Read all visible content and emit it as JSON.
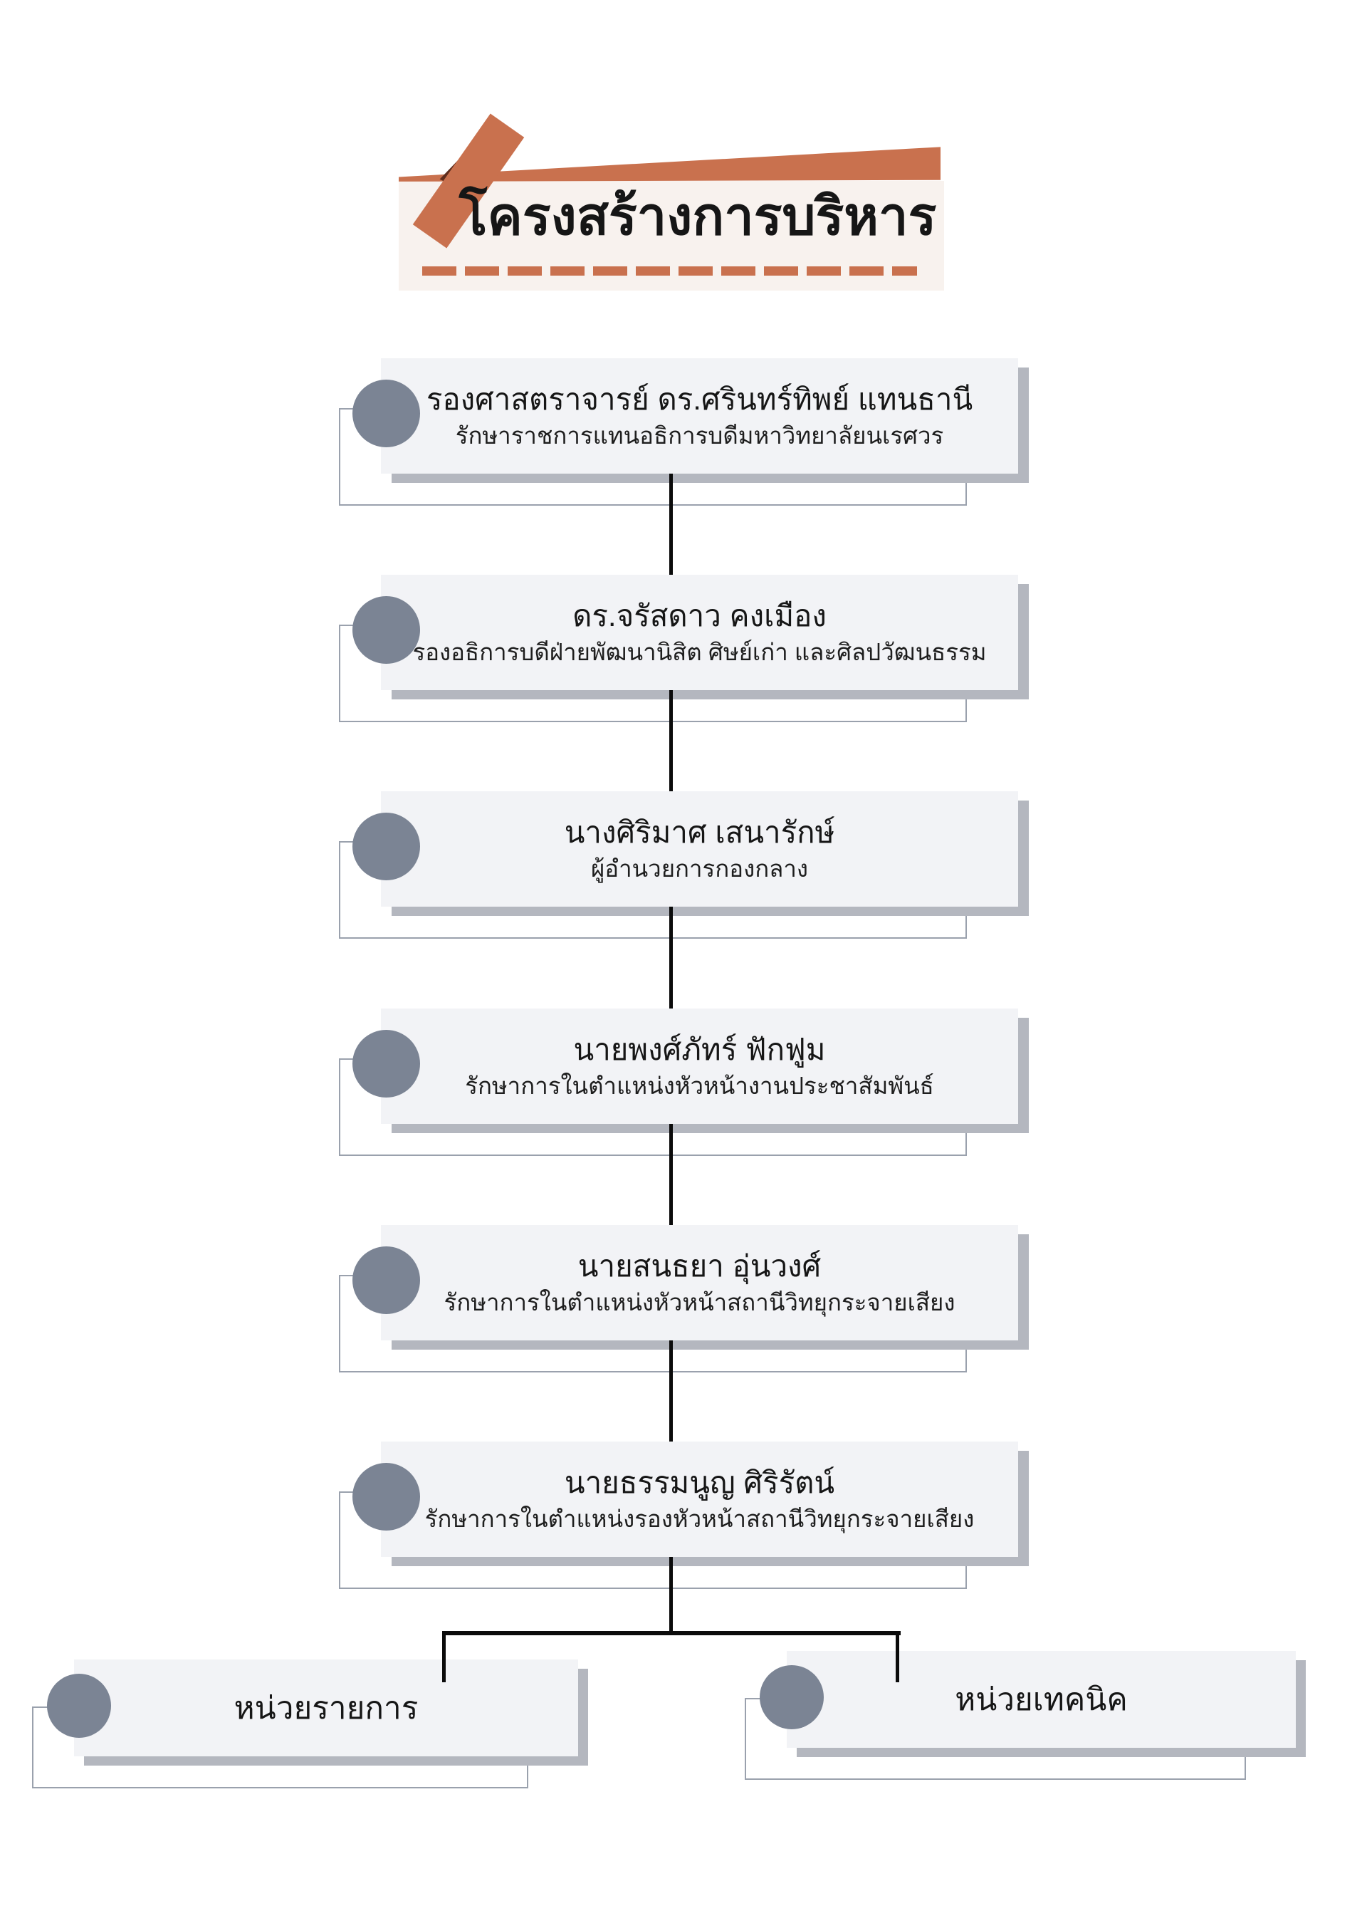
{
  "banner": {
    "title": "โครงสร้างการบริหาร"
  },
  "nodes": [
    {
      "name": "รองศาสตราจารย์ ดร.ศรินทร์ทิพย์ แทนธานี",
      "role": "รักษาราชการแทนอธิการบดีมหาวิทยาลัยนเรศวร"
    },
    {
      "name": "ดร.จรัสดาว คงเมือง",
      "role": "รองอธิการบดีฝ่ายพัฒนานิสิต ศิษย์เก่า และศิลปวัฒนธรรม"
    },
    {
      "name": "นางศิริมาศ เสนารักษ์",
      "role": "ผู้อำนวยการกองกลาง"
    },
    {
      "name": "นายพงศ์ภัทร์ ฟักฟูม",
      "role": "รักษาการในตำแหน่งหัวหน้างานประชาสัมพันธ์"
    },
    {
      "name": "นายสนธยา อุ่นวงศ์",
      "role": "รักษาการในตำแหน่งหัวหน้าสถานีวิทยุกระจายเสียง"
    },
    {
      "name": "นายธรรมนูญ ศิริรัตน์",
      "role": "รักษาการในตำแหน่งรองหัวหน้าสถานีวิทยุกระจายเสียง"
    }
  ],
  "units": [
    {
      "label": "หน่วยรายการ"
    },
    {
      "label": "หน่วยเทคนิค"
    }
  ],
  "colors": {
    "accent_orange": "#c9714e",
    "accent_dark_brown": "#5f2d1d",
    "banner_background": "#f8f2ee",
    "node_fill": "#f2f3f6",
    "node_shadow": "#b4b7bf",
    "node_outline": "#9aa1ad",
    "bullet_gray": "#7b8494",
    "connector_black": "#0b0b0b"
  }
}
